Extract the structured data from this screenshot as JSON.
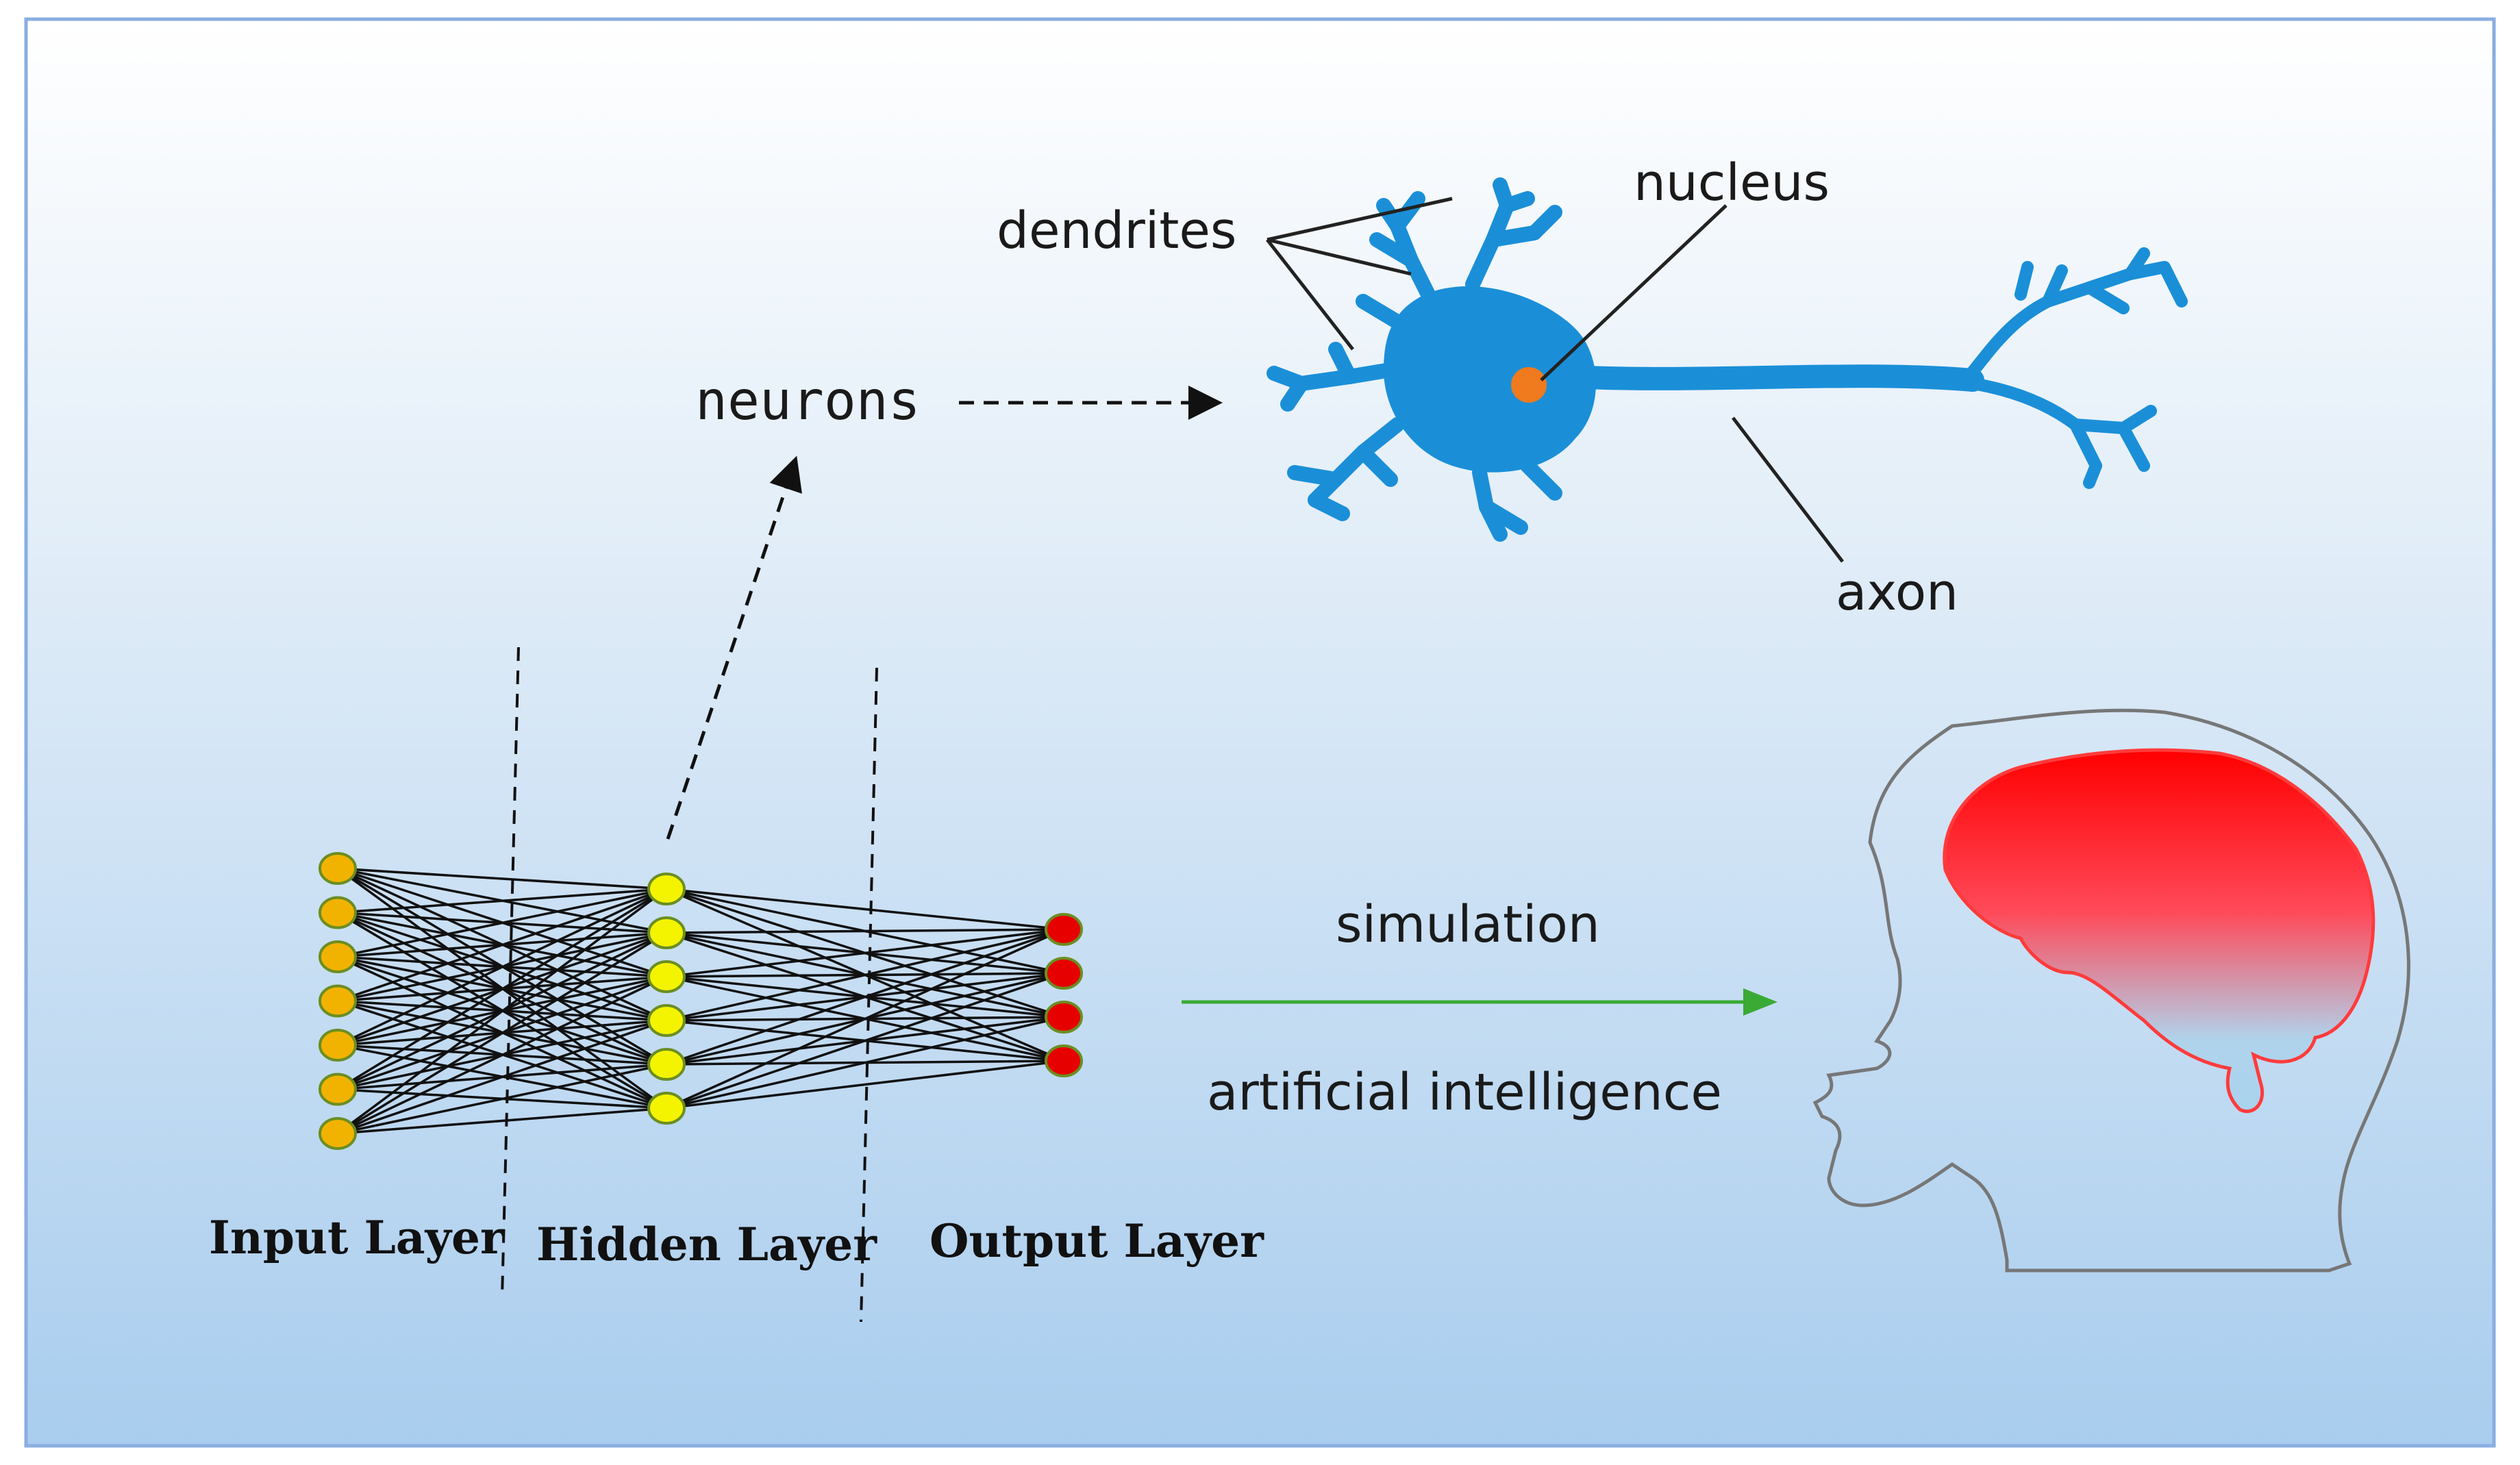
{
  "labels": {
    "dendrites": "dendrites",
    "nucleus": "nucleus",
    "neurons": "neurons",
    "axon": "axon",
    "simulation": "simulation",
    "ai": "artificial intelligence",
    "input_layer": "Input Layer",
    "hidden_layer": "Hidden Layer",
    "output_layer": "Output Layer"
  },
  "network": {
    "input_count": 7,
    "hidden_count": 6,
    "output_count": 4
  },
  "colors": {
    "background_top": "#ffffff",
    "background_bottom": "#a9cdee",
    "border": "#8aaee0",
    "neuron_body": "#1a8fd8",
    "neuron_nucleus": "#f07a1e",
    "input_node": "#f2b300",
    "hidden_node": "#f4f400",
    "output_node": "#e60000",
    "arrow_green": "#3aaa35",
    "brain_red": "#ff0000",
    "brain_light": "#a9d3ef",
    "head_outline": "#777777"
  }
}
